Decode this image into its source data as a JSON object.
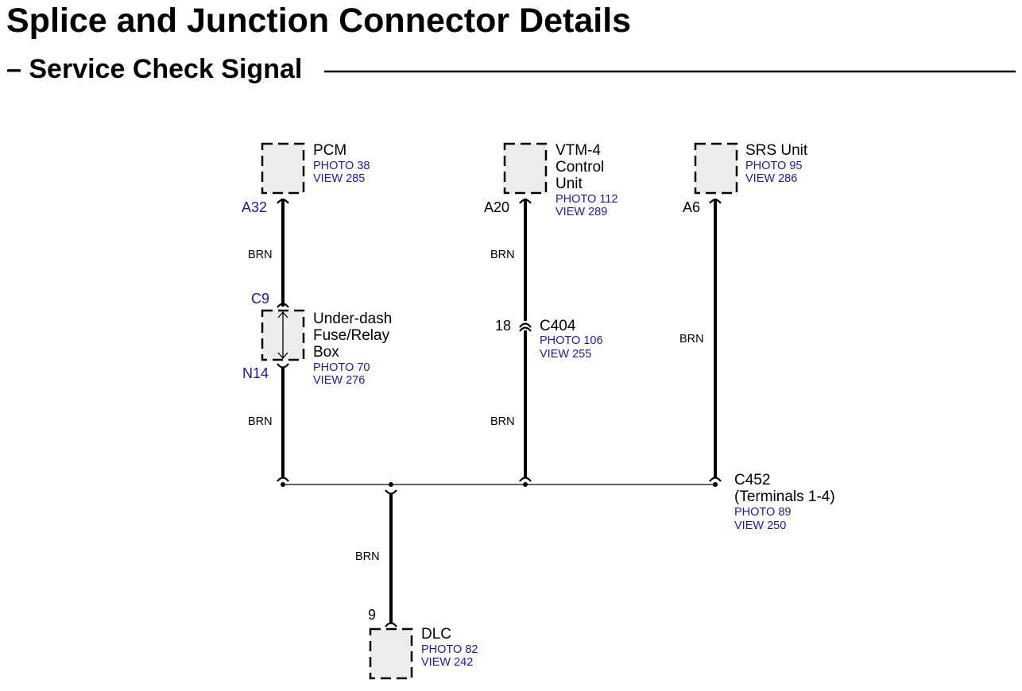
{
  "header": {
    "title": "Splice and Junction Connector Details",
    "section_prefix": "–",
    "section": "Service Check Signal"
  },
  "components": {
    "pcm": {
      "name": "PCM",
      "photo": "PHOTO 38",
      "view": "VIEW 285",
      "pin": "A32"
    },
    "vtm4": {
      "name_lines": [
        "VTM-4",
        "Control",
        "Unit"
      ],
      "photo": "PHOTO 112",
      "view": "VIEW 289",
      "pin": "A20"
    },
    "srs": {
      "name": "SRS Unit",
      "photo": "PHOTO 95",
      "view": "VIEW 286",
      "pin": "A6"
    },
    "fuse_box": {
      "name_lines": [
        "Under-dash",
        "Fuse/Relay",
        "Box"
      ],
      "photo": "PHOTO 70",
      "view": "VIEW 276",
      "pin_in": "C9",
      "pin_out": "N14"
    },
    "c404": {
      "name": "C404",
      "photo": "PHOTO 106",
      "view": "VIEW 255",
      "pin": "18"
    },
    "c452": {
      "name": "C452",
      "terminals": "(Terminals 1-4)",
      "photo": "PHOTO 89",
      "view": "VIEW 250"
    },
    "dlc": {
      "name": "DLC",
      "photo": "PHOTO 82",
      "view": "VIEW 242",
      "pin": "9"
    }
  },
  "wires": {
    "pcm_upper": "BRN",
    "pcm_lower": "BRN",
    "vtm4_upper": "BRN",
    "vtm4_lower": "BRN",
    "srs": "BRN",
    "dlc": "BRN"
  }
}
